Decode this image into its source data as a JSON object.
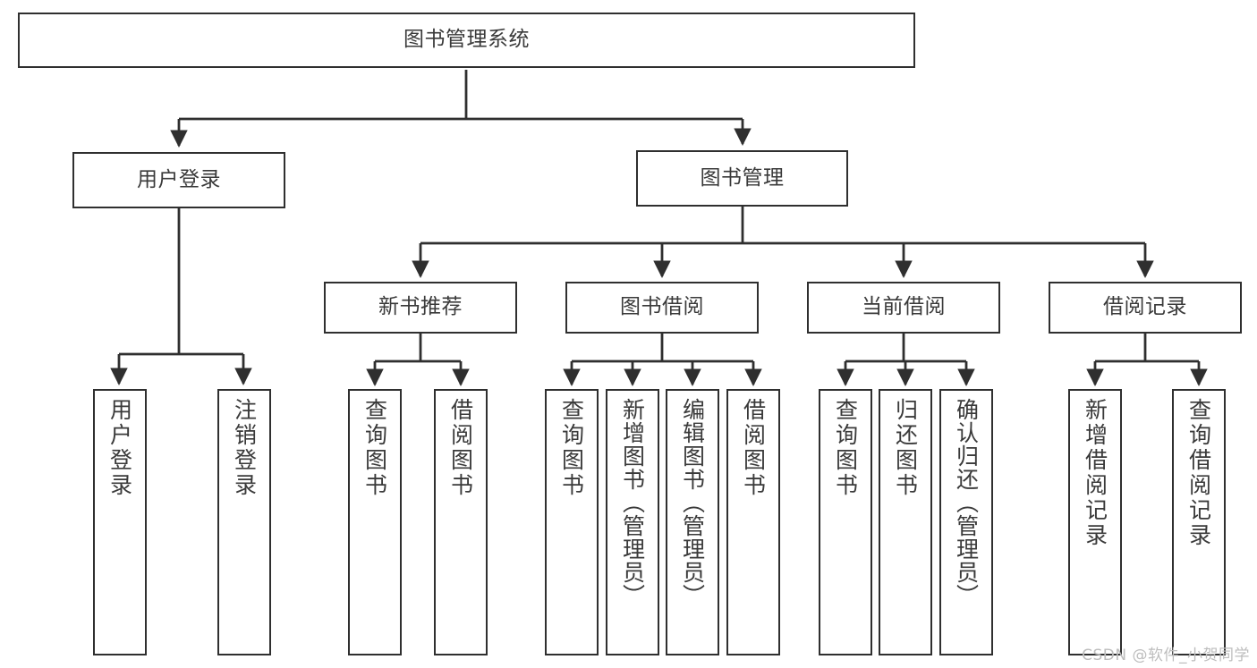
{
  "diagram": {
    "title": "图书管理系统",
    "type": "tree-hierarchy",
    "watermark": "CSDN @软件_小贺同学",
    "colors": {
      "background": "#ffffff",
      "box_border": "#2f2f2f",
      "box_fill": "#ffffff",
      "edge": "#2f2f2f",
      "text": "#3a3a3a",
      "watermark": "#bdbdbd"
    },
    "root": {
      "label": "图书管理系统"
    },
    "level1": [
      {
        "label": "用户登录"
      },
      {
        "label": "图书管理"
      }
    ],
    "level2": [
      {
        "label": "新书推荐"
      },
      {
        "label": "图书借阅"
      },
      {
        "label": "当前借阅"
      },
      {
        "label": "借阅记录"
      }
    ],
    "leaves": {
      "user_login": [
        {
          "label": "用户登录"
        },
        {
          "label": "注销登录"
        }
      ],
      "new_book_recommend": [
        {
          "label": "查询图书"
        },
        {
          "label": "借阅图书"
        }
      ],
      "book_borrow": [
        {
          "label": "查询图书"
        },
        {
          "label": "新增图书（管理员）"
        },
        {
          "label": "编辑图书（管理员）"
        },
        {
          "label": "借阅图书"
        }
      ],
      "current_borrow": [
        {
          "label": "查询图书"
        },
        {
          "label": "归还图书"
        },
        {
          "label": "确认归还（管理员）"
        }
      ],
      "borrow_record": [
        {
          "label": "新增借阅记录"
        },
        {
          "label": "查询借阅记录"
        }
      ]
    }
  }
}
